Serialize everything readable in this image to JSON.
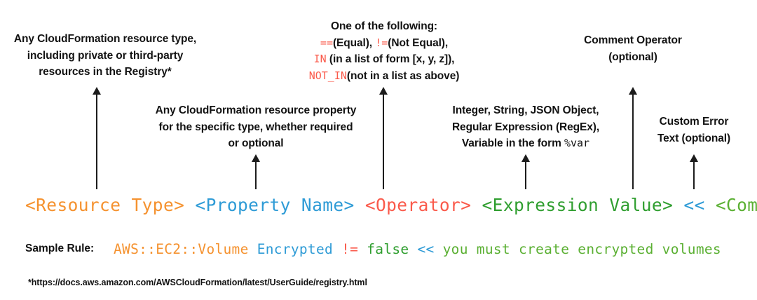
{
  "colors": {
    "resource_type": "#f5922f",
    "property_name": "#2e9bd6",
    "operator": "#fa5a4b",
    "expression_value": "#2f9e2f",
    "comment_operator": "#2e9bd6",
    "comment": "#5bb033",
    "text": "#121212",
    "arrow": "#1c1c1c",
    "background": "#ffffff"
  },
  "callouts": {
    "resource_type": {
      "lines": [
        "Any CloudFormation resource type,",
        "including private or third-party",
        "resources in the Registry*"
      ]
    },
    "property_name": {
      "lines": [
        "Any CloudFormation resource property",
        "for the specific type, whether required",
        "or optional"
      ]
    },
    "operator": {
      "heading": "One of the following:",
      "items": [
        {
          "op": "==",
          "desc": "(Equal),",
          "op2": "!=",
          "desc2": "(Not Equal),"
        },
        {
          "op": "IN",
          "desc": "(in a list of form [x, y, z]),"
        },
        {
          "op": "NOT_IN",
          "desc": "(not in a list as above)"
        }
      ]
    },
    "expression_value": {
      "lines": [
        "Integer, String, JSON Object,",
        "Regular Expression (RegEx),"
      ],
      "line3_prefix": "Variable in the form ",
      "line3_mono": "%var"
    },
    "comment_operator": {
      "lines": [
        "Comment Operator",
        "(optional)"
      ]
    },
    "comment": {
      "lines": [
        "Custom Error",
        "Text (optional)"
      ]
    }
  },
  "syntax": {
    "resource_type": "<Resource Type>",
    "property_name": "<Property Name>",
    "operator": "<Operator>",
    "expression_value": "<Expression Value>",
    "comment_operator": "<<",
    "comment": "<Comment>"
  },
  "sample": {
    "label": "Sample Rule:",
    "resource_type": "AWS::EC2::Volume",
    "property_name": "Encrypted",
    "operator": "!=",
    "expression_value": "false",
    "comment_operator": "<<",
    "comment": "you must create encrypted volumes"
  },
  "footnote": "*https://docs.aws.amazon.com/AWSCloudFormation/latest/UserGuide/registry.html"
}
